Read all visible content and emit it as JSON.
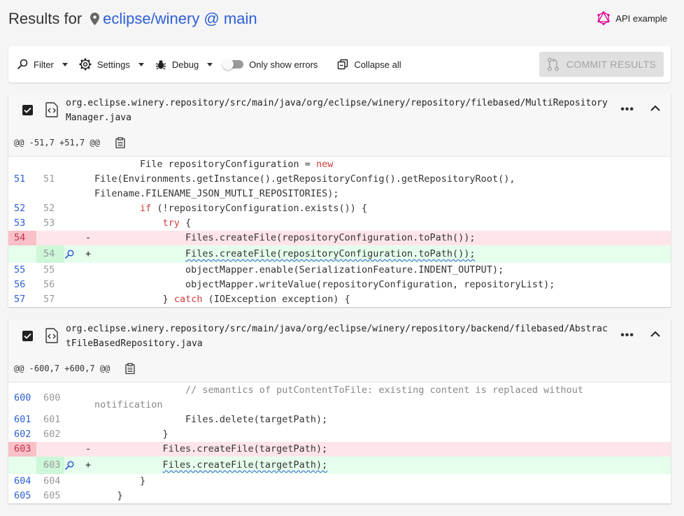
{
  "header": {
    "prefix": "Results for",
    "repo": "eclipse/winery @ main",
    "api_label": "API example"
  },
  "toolbar": {
    "filter": "Filter",
    "settings": "Settings",
    "debug": "Debug",
    "only_errors": "Only show errors",
    "collapse_all": "Collapse all",
    "commit": "COMMIT RESULTS"
  },
  "cards": [
    {
      "path": "org.eclipse.winery.repository/src/main/java/org/eclipse/winery/repository/filebased/MultiRepositoryManager.java",
      "hunk": "@@ -51,7 +51,7 @@",
      "rows": [
        {
          "old": "",
          "new": "",
          "pre": "        File repositoryConfiguration = ",
          "kw": "new",
          "post": ""
        },
        {
          "old": "51",
          "new": "51",
          "text": "File(Environments.getInstance().getRepositoryConfig().getRepositoryRoot(), Filename.FILENAME_JSON_MUTLI_REPOSITORIES);"
        },
        {
          "old": "52",
          "new": "52",
          "pre": "        ",
          "kw": "if",
          "post": " (!repositoryConfiguration.exists()) {"
        },
        {
          "old": "53",
          "new": "53",
          "pre": "            ",
          "kw": "try",
          "post": " {"
        },
        {
          "old": "54",
          "new": "",
          "sign": "-",
          "text": "                Files.createFile(repositoryConfiguration.toPath());"
        },
        {
          "old": "",
          "new": "54",
          "sign": "+",
          "lead": "                ",
          "text": "Files.createFile(repositoryConfiguration.toPath());"
        },
        {
          "old": "55",
          "new": "55",
          "text": "                objectMapper.enable(SerializationFeature.INDENT_OUTPUT);"
        },
        {
          "old": "56",
          "new": "56",
          "text": "                objectMapper.writeValue(repositoryConfiguration, repositoryList);"
        },
        {
          "old": "57",
          "new": "57",
          "pre": "            } ",
          "kw": "catch",
          "post": " (IOException exception) {"
        }
      ]
    },
    {
      "path": "org.eclipse.winery.repository/src/main/java/org/eclipse/winery/repository/backend/filebased/AbstractFileBasedRepository.java",
      "hunk": "@@ -600,7 +600,7 @@",
      "rows": [
        {
          "old": "600",
          "new": "600",
          "comment": "                // semantics of putContentToFile: existing content is replaced without notification"
        },
        {
          "old": "601",
          "new": "601",
          "text": "                Files.delete(targetPath);"
        },
        {
          "old": "602",
          "new": "602",
          "text": "            }"
        },
        {
          "old": "603",
          "new": "",
          "sign": "-",
          "text": "            Files.createFile(targetPath);"
        },
        {
          "old": "",
          "new": "603",
          "sign": "+",
          "lead": "            ",
          "text": "Files.createFile(targetPath);"
        },
        {
          "old": "604",
          "new": "604",
          "text": "        }"
        },
        {
          "old": "605",
          "new": "605",
          "text": "    }"
        }
      ]
    }
  ]
}
